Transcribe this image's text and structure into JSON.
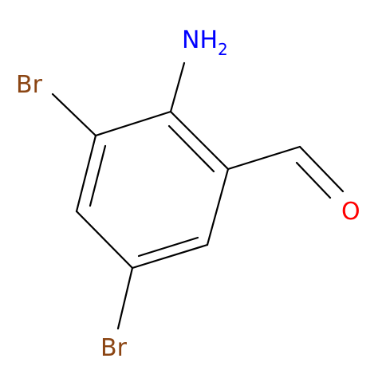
{
  "colors": {
    "background": "#ffffff",
    "bond": "#000000",
    "nitrogen": "#0000ff",
    "bromine": "#8b4513",
    "oxygen": "#ff0000"
  },
  "atoms": {
    "amino": {
      "element": "N",
      "main": "NH",
      "subscript": "2"
    },
    "bromo_top": {
      "element": "Br",
      "label": "Br"
    },
    "bromo_bottom": {
      "element": "Br",
      "label": "Br"
    },
    "aldehyde_oxygen": {
      "element": "O",
      "label": "O"
    }
  }
}
